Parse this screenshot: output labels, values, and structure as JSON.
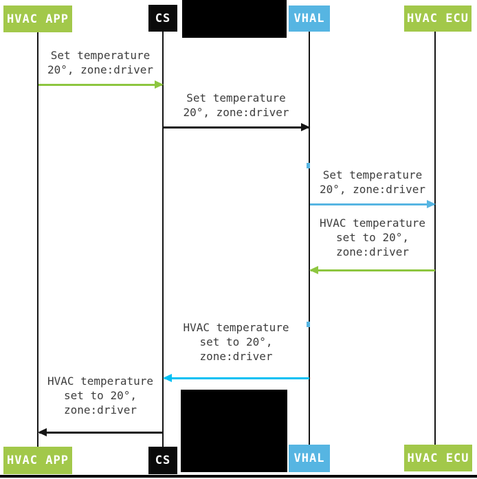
{
  "diagram": {
    "type": "sequence-diagram",
    "actors": [
      {
        "label": "HVAC APP",
        "color": "#a2c84a"
      },
      {
        "label": "CS",
        "color": "#0a0a0a"
      },
      {
        "label": "VHAL",
        "color": "#56b5e2"
      },
      {
        "label": "HVAC ECU",
        "color": "#a2c84a"
      }
    ],
    "messages": [
      {
        "from": "HVAC APP",
        "to": "CS",
        "color": "#8dc63f",
        "lines": [
          "Set temperature",
          "20°, zone:driver"
        ]
      },
      {
        "from": "CS",
        "to": "VHAL",
        "color": "#141414",
        "lines": [
          "Set temperature",
          "20°, zone:driver"
        ]
      },
      {
        "from": "VHAL",
        "to": "HVAC ECU",
        "color": "#56b5e2",
        "lines": [
          "Set temperature",
          "20°, zone:driver"
        ]
      },
      {
        "from": "HVAC ECU",
        "to": "VHAL",
        "color": "#8dc63f",
        "lines": [
          "HVAC temperature",
          "set to 20°,",
          "zone:driver"
        ]
      },
      {
        "from": "VHAL",
        "to": "CS",
        "color": "#00c0f3",
        "lines": [
          "HVAC temperature",
          "set to 20°,",
          "zone:driver"
        ]
      },
      {
        "from": "CS",
        "to": "HVAC APP",
        "color": "#141414",
        "lines": [
          "HVAC temperature",
          "set to 20°,",
          "zone:driver"
        ]
      }
    ]
  }
}
